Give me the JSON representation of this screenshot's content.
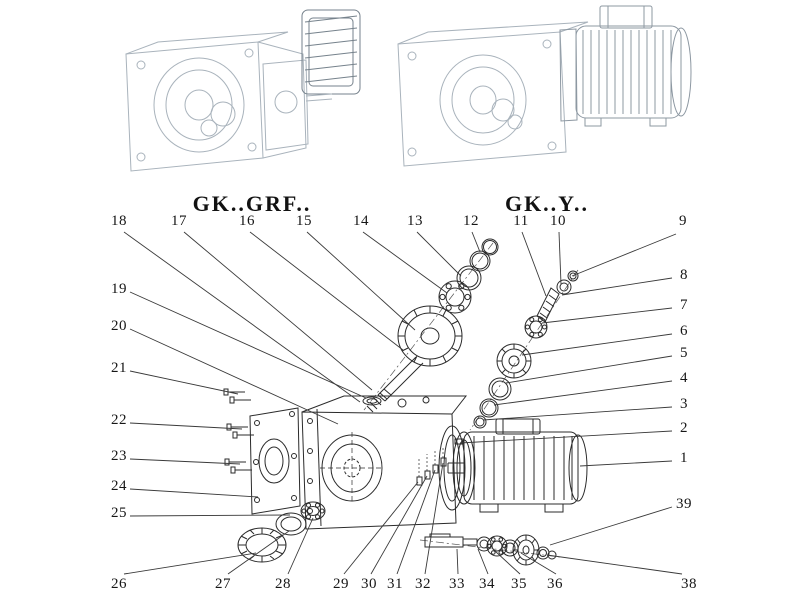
{
  "titles": {
    "left_model": "GK..GRF..",
    "right_model": "GK..Y.."
  },
  "callouts": {
    "top": [
      {
        "label": "18"
      },
      {
        "label": "17"
      },
      {
        "label": "16"
      },
      {
        "label": "15"
      },
      {
        "label": "14"
      },
      {
        "label": "13"
      },
      {
        "label": "12"
      },
      {
        "label": "11"
      },
      {
        "label": "10"
      },
      {
        "label": "9"
      }
    ],
    "left": [
      {
        "label": "19"
      },
      {
        "label": "20"
      },
      {
        "label": "21"
      },
      {
        "label": "22"
      },
      {
        "label": "23"
      },
      {
        "label": "24"
      },
      {
        "label": "25"
      }
    ],
    "right": [
      {
        "label": "8"
      },
      {
        "label": "7"
      },
      {
        "label": "6"
      },
      {
        "label": "5"
      },
      {
        "label": "4"
      },
      {
        "label": "3"
      },
      {
        "label": "2"
      },
      {
        "label": "1"
      },
      {
        "label": "39"
      }
    ],
    "bottom": [
      {
        "label": "26"
      },
      {
        "label": "27"
      },
      {
        "label": "28"
      },
      {
        "label": "29"
      },
      {
        "label": "30"
      },
      {
        "label": "31"
      },
      {
        "label": "32"
      },
      {
        "label": "33"
      },
      {
        "label": "34"
      },
      {
        "label": "35"
      },
      {
        "label": "36"
      },
      {
        "label": "38"
      }
    ]
  },
  "colors": {
    "line": "#2b2b2b",
    "sketch": "#a9b3bc",
    "leader": "#3a3a3a"
  }
}
